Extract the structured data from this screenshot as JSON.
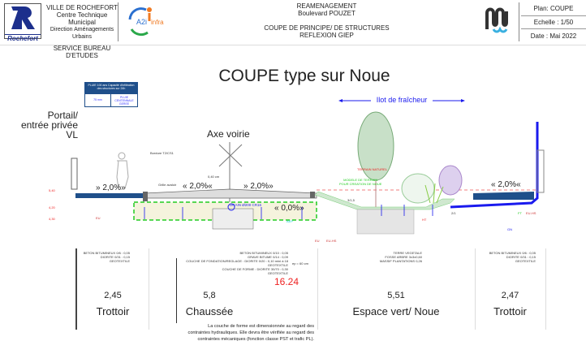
{
  "header": {
    "logo_text": "Rochefort",
    "city": "VILLE DE ROCHEFORT",
    "dept1": "Centre Technique Municipal",
    "dept2": "Direction Aménagements Urbains",
    "service": "SERVICE BUREAU D'ETUDES",
    "partner_logo": "A2i infra",
    "project1": "REAMENAGEMENT",
    "project2": "Boulevard POUZET",
    "subject1": "COUPE DE PRINCIPE/ DE STRUCTURES",
    "subject2": "REFLEXION GIEP",
    "plan": "Plan: COUPE",
    "scale": "Echelle : 1/50",
    "date": "Date : Mai 2022"
  },
  "drawing": {
    "title": "COUPE type sur Noue",
    "rain_table": {
      "header": "PLUIE 100 ans Capacité d'infiltration des structures sur 24h",
      "value": "75 mm",
      "type": "PLUIE CENTENNALE GEREE"
    },
    "portail": [
      "Portail/",
      "entrée privée",
      "VL"
    ],
    "axe": "Axe voirie",
    "ilot": "Ilot de fraîcheur",
    "slopes": [
      "» 2,0%»",
      "« 2,0%«",
      "» 2,0%»",
      "« 0,0%»",
      "« 2,0%«"
    ],
    "drain": "DRAIN Ø200 CR16",
    "thickness": "0,40 cm",
    "terrain_naturel": "TERRAIN NATUREL",
    "modele": [
      "MODELE DE TERRAIN",
      "POUR CREATION DE NOUE"
    ],
    "bordure": "Bordure T2/CS1",
    "grille": "Grille avaloir",
    "network_labels": [
      "EU",
      "EU",
      "EU-HS",
      "EU-HS",
      "FT",
      "HT",
      "AEP",
      "GN"
    ],
    "ratios": [
      "3/1,5",
      "2/1"
    ],
    "heights": [
      "5,40",
      "4,20",
      "4,30"
    ]
  },
  "structures": {
    "trottoir_left": [
      "BETON BITUMINEUX 0/6 : 0,05",
      "DIORITE 0/31 : 0,15",
      "GEOTEXTILE"
    ],
    "chaussee": [
      "BETON BITUMINEUX 0/10 : 0,05",
      "GRAVE BITUME 0/14 : 0,09",
      "COUCHE DE FONDATION/REGLAGE : DIORITE 0/20 : 0,10 mini à 18",
      "GEOTEXTILE",
      "COUCHE DE FORME : DIORITE 30/70 : 0,30",
      "GEOTEXTILE"
    ],
    "chaussee_ep": "ep = 60 cm",
    "noue": [
      "TERRE VEGETALE",
      "FOSSE ARBRE 3x3x0,60",
      "MASSIF PLANTATIONS 0,26"
    ],
    "trottoir_right": [
      "BETON BITUMINEUX 0/6 : 0,05",
      "DIORITE 0/31 : 0,15",
      "GEOTEXTILE"
    ]
  },
  "dimensions": {
    "total": "16.24",
    "sections": [
      {
        "width": "2,45",
        "label": "Trottoir"
      },
      {
        "width": "5,8",
        "label": "Chaussée"
      },
      {
        "width": "5,51",
        "label": "Espace vert/ Noue"
      },
      {
        "width": "2,47",
        "label": "Trottoir"
      }
    ]
  },
  "note": [
    "La couche de forme est dimensionnée au regard des",
    "contraintes hydrauliques. Elle devra être vérifiée au regard des",
    "contraintes mécaniques (fonction classe PST et trafic PL)."
  ],
  "colors": {
    "blue": "#1a1aee",
    "green": "#22cc22",
    "red": "#ee2222",
    "navy": "#1f4f8a"
  }
}
